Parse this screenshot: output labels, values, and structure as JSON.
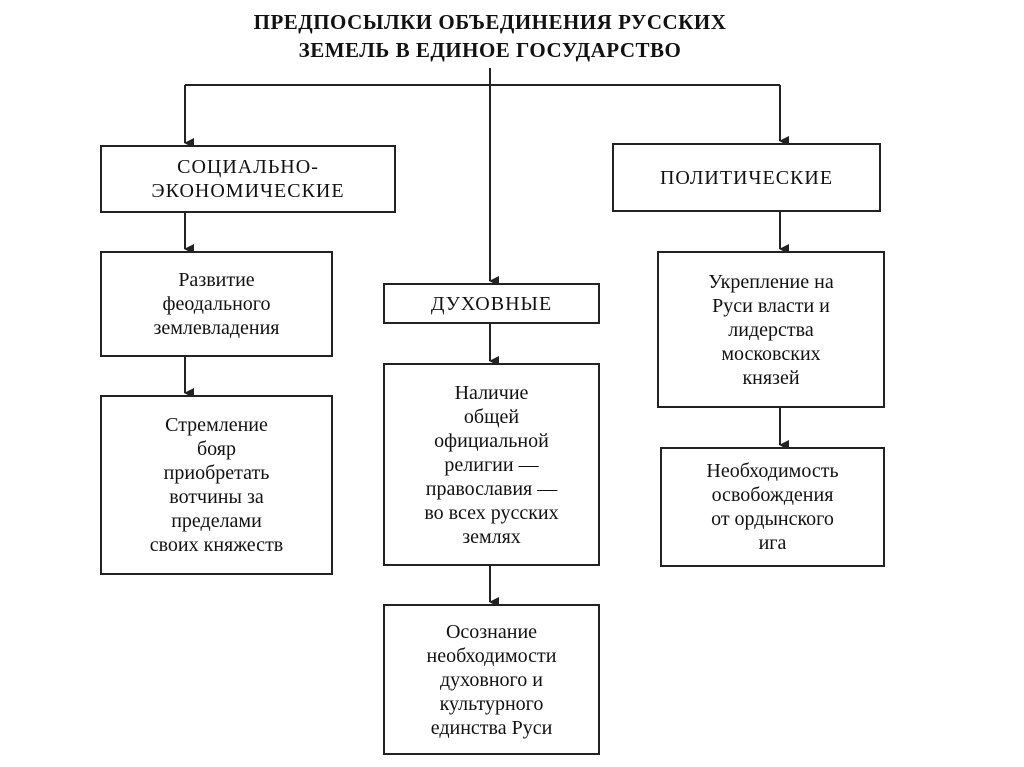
{
  "title": {
    "line1": "ПРЕДПОСЫЛКИ ОБЪЕДИНЕНИЯ РУССКИХ",
    "line2": "ЗЕМЕЛЬ В ЕДИНОЕ ГОСУДАРСТВО"
  },
  "columns": {
    "socio_economic": {
      "heading": "СОЦИАЛЬНО-\nЭКОНОМИЧЕСКИЕ",
      "items": [
        "Развитие\nфеодального\nземлевладения",
        "Стремление\nбояр\nприобретать\nвотчины за\nпределами\nсвоих княжеств"
      ]
    },
    "spiritual": {
      "heading": "ДУХОВНЫЕ",
      "items": [
        "Наличие\nобщей\nофициальной\nрелигии —\nправославия —\nво всех русских\nземлях",
        "Осознание\nнеобходимости\nдуховного и\nкультурного\nединства Руси"
      ]
    },
    "political": {
      "heading": "ПОЛИТИЧЕСКИЕ",
      "items": [
        "Укрепление на\nРуси власти и\nлидерства\nмосковских\nкнязей",
        "Необходимость\nосвобождения\nот ордынского\nига"
      ]
    }
  }
}
